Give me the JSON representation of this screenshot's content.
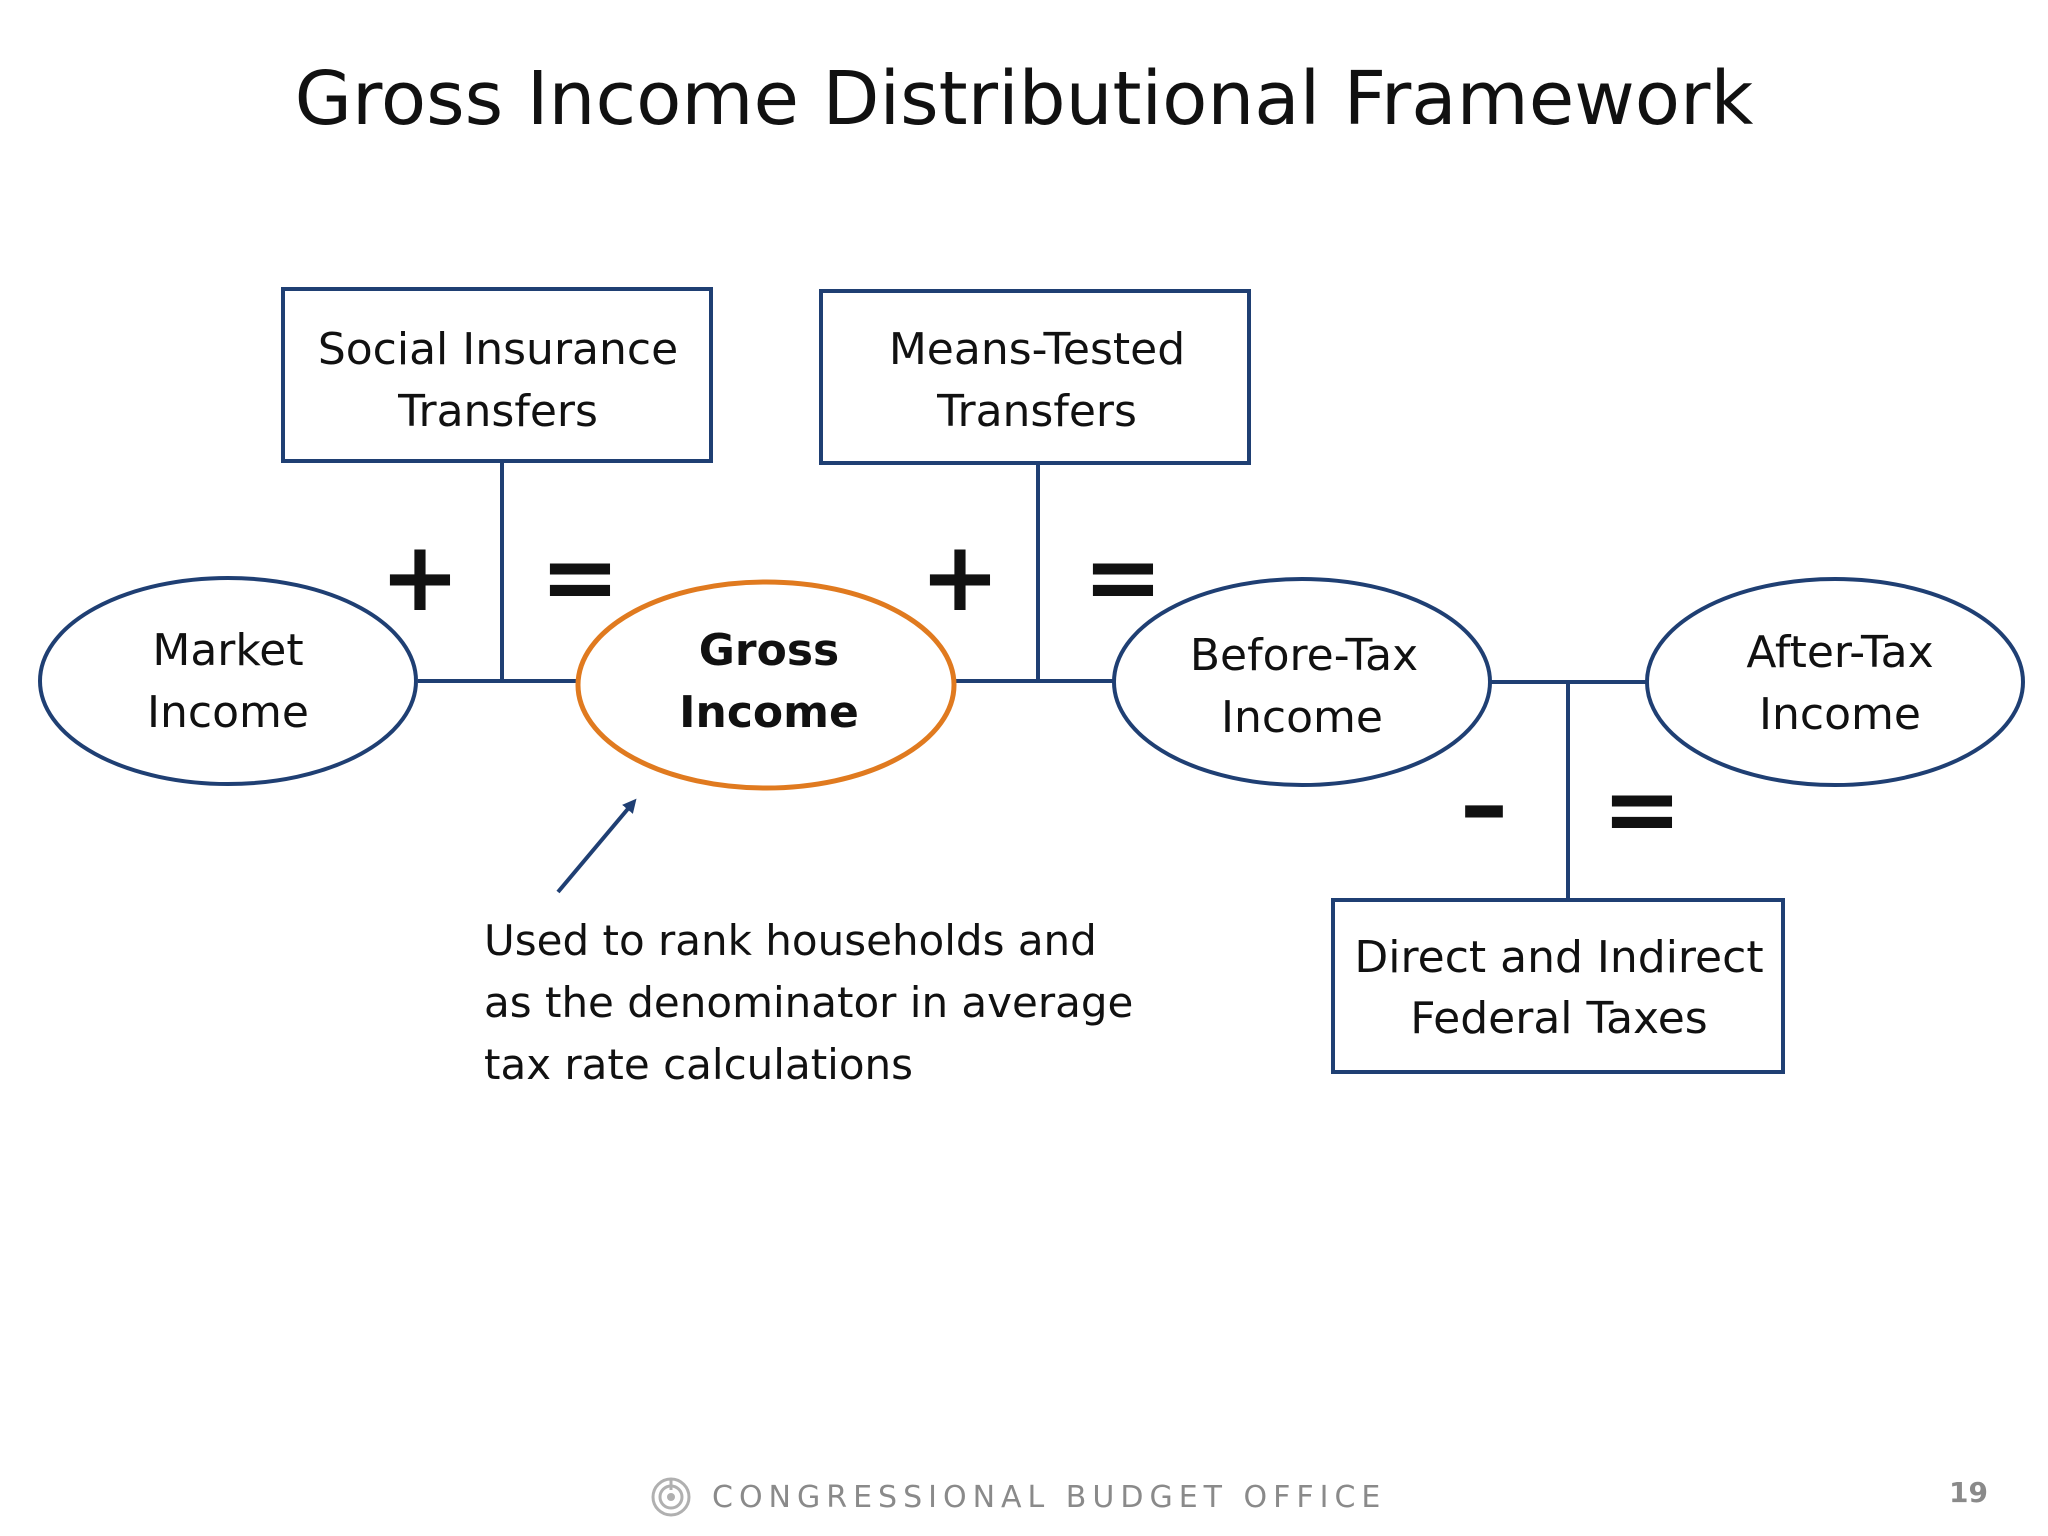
{
  "title": "Gross Income Distributional Framework",
  "colors": {
    "primary_stroke": "#1f3f73",
    "highlight_stroke": "#e07a1f",
    "text": "#111111",
    "footer": "#8a8a8a"
  },
  "nodes": {
    "market_income": {
      "line1": "Market",
      "line2": "Income"
    },
    "gross_income": {
      "line1": "Gross",
      "line2": "Income"
    },
    "before_tax_income": {
      "line1": "Before-Tax",
      "line2": "Income"
    },
    "after_tax_income": {
      "line1": "After-Tax",
      "line2": "Income"
    }
  },
  "boxes": {
    "social_insurance": {
      "line1": "Social Insurance",
      "line2": "Transfers"
    },
    "means_tested": {
      "line1": "Means-Tested",
      "line2": "Transfers"
    },
    "federal_taxes": {
      "line1": "Direct and Indirect",
      "line2": "Federal Taxes"
    }
  },
  "operators": {
    "plus": "+",
    "equals": "=",
    "minus": "–"
  },
  "note": {
    "line1": "Used to rank households and",
    "line2": "as the denominator in average",
    "line3": "tax rate calculations"
  },
  "footer": {
    "logo_icon": "cbo-logo-icon",
    "organization": "CONGRESSIONAL BUDGET OFFICE",
    "page_number": "19"
  }
}
